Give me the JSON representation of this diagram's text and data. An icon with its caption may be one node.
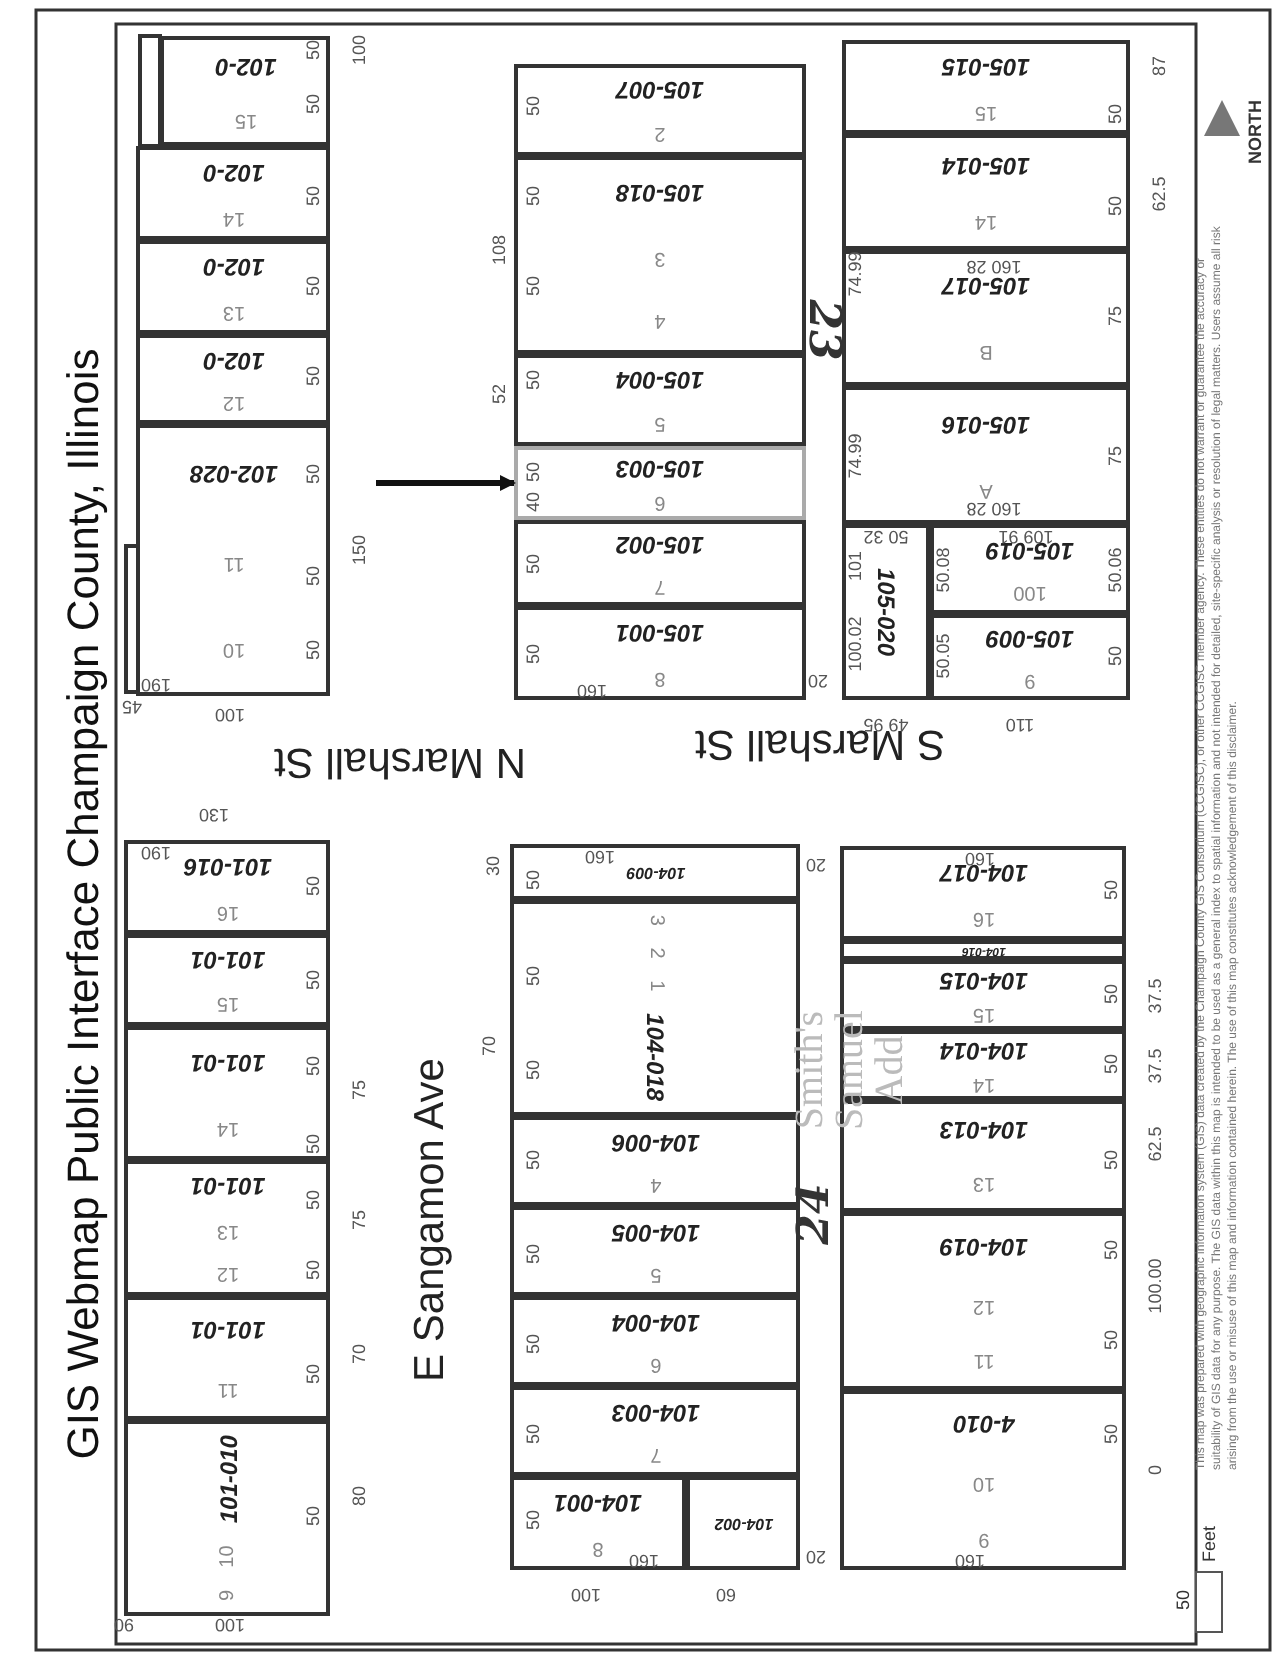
{
  "diagram": {
    "title": "GIS Webmap Public Interface Champaign County, Illinois",
    "nodes": [
      {
        "text": [
          "102-0",
          "15"
        ]
      },
      {
        "text": [
          "102-0",
          "14"
        ]
      },
      {
        "text": [
          "102-0",
          "13"
        ]
      },
      {
        "text": [
          "102-0",
          "12"
        ]
      },
      {
        "text": [
          "102-028",
          "11",
          "10"
        ]
      },
      {
        "text": [
          "101-016",
          "16"
        ]
      },
      {
        "text": [
          "101-01",
          "15"
        ]
      },
      {
        "text": [
          "101-01",
          "14"
        ]
      },
      {
        "text": [
          "101-01",
          "13",
          "12"
        ]
      },
      {
        "text": [
          "101-01",
          "11"
        ]
      },
      {
        "text": [
          "101-010",
          "10",
          "9"
        ]
      },
      {
        "text": [
          "105-007",
          "2"
        ]
      },
      {
        "text": [
          "105-018",
          "3",
          "4"
        ]
      },
      {
        "text": [
          "105-004",
          "5"
        ]
      },
      {
        "text": [
          "105-003",
          "6"
        ]
      },
      {
        "text": [
          "105-002",
          "7"
        ]
      },
      {
        "text": [
          "105-001",
          "8"
        ]
      },
      {
        "text": [
          "105-015",
          "15"
        ]
      },
      {
        "text": [
          "105-014",
          "14"
        ]
      },
      {
        "text": [
          "105-017",
          "B"
        ]
      },
      {
        "text": [
          "105-016",
          "A"
        ]
      },
      {
        "text": [
          "105-020"
        ]
      },
      {
        "text": [
          "105-019",
          "100"
        ]
      },
      {
        "text": [
          "105-009",
          "9"
        ]
      },
      {
        "text": [
          "104-009"
        ]
      },
      {
        "text": [
          "104-018",
          "1",
          "2",
          "3"
        ]
      },
      {
        "text": [
          "104-006",
          "4"
        ]
      },
      {
        "text": [
          "104-005",
          "5"
        ]
      },
      {
        "text": [
          "104-004",
          "6"
        ]
      },
      {
        "text": [
          "104-003",
          "7"
        ]
      },
      {
        "text": [
          "104-001",
          "8"
        ]
      },
      {
        "text": [
          "104-002"
        ]
      },
      {
        "text": [
          "104-017",
          "16"
        ]
      },
      {
        "text": [
          "104-016"
        ]
      },
      {
        "text": [
          "104-015",
          "15"
        ]
      },
      {
        "text": [
          "104-014",
          "14"
        ]
      },
      {
        "text": [
          "104-013",
          "13"
        ]
      },
      {
        "text": [
          "104-019",
          "12",
          "11"
        ]
      },
      {
        "text": [
          "4-010",
          "10",
          "9"
        ]
      }
    ],
    "edges": [
      {
        "from": null,
        "to": 14,
        "arrow": "to"
      }
    ],
    "labels": [
      "100",
      "50",
      "50",
      "50",
      "50",
      "50",
      "50",
      "150",
      "50",
      "50",
      "190",
      "45",
      "100",
      "N Marshall St",
      "130",
      "190",
      "50",
      "50",
      "50",
      "50",
      "50",
      "50",
      "50",
      "50",
      "75",
      "75",
      "70",
      "80",
      "90",
      "100",
      "E Sangamon Ave",
      "108",
      "52",
      "50",
      "50",
      "50",
      "50",
      "50",
      "40",
      "50",
      "50",
      "160",
      "20",
      "23",
      "S Marshall St",
      "87",
      "50",
      "62.5",
      "50",
      "74.99",
      "160 28",
      "75",
      "74.99",
      "75",
      "160 28",
      "50 32",
      "109 91",
      "50.08",
      "50.06",
      "100.02",
      "101",
      "50.05",
      "50",
      "49 95",
      "110",
      "30",
      "160",
      "20",
      "70",
      "50",
      "50",
      "50",
      "50",
      "50",
      "50",
      "50",
      "50",
      "160",
      "20",
      "100",
      "60",
      "160",
      "50",
      "50",
      "50",
      "50",
      "50",
      "50",
      "50",
      "37.5",
      "37.5",
      "62.5",
      "100.00",
      "0",
      "160",
      "24",
      "Smith's Samuel Add",
      "NORTH",
      "This map was prepared with geographic information system (GIS) data created by the Champaign County GIS Consortium (CCGISC), or other CCGISC member agency. These entities do not warrant or guarantee the accuracy or suitability of GIS data for any purpose. The GIS data within this map is intended to be used as a general index to spatial information and not intended for detailed, site-specific analysis or resolution of legal matters. Users assume all risk arising from the use or misuse of this map and information contained herein. The use of this map constitutes acknowledgement of this disclaimer.",
      "50",
      "Feet"
    ]
  }
}
